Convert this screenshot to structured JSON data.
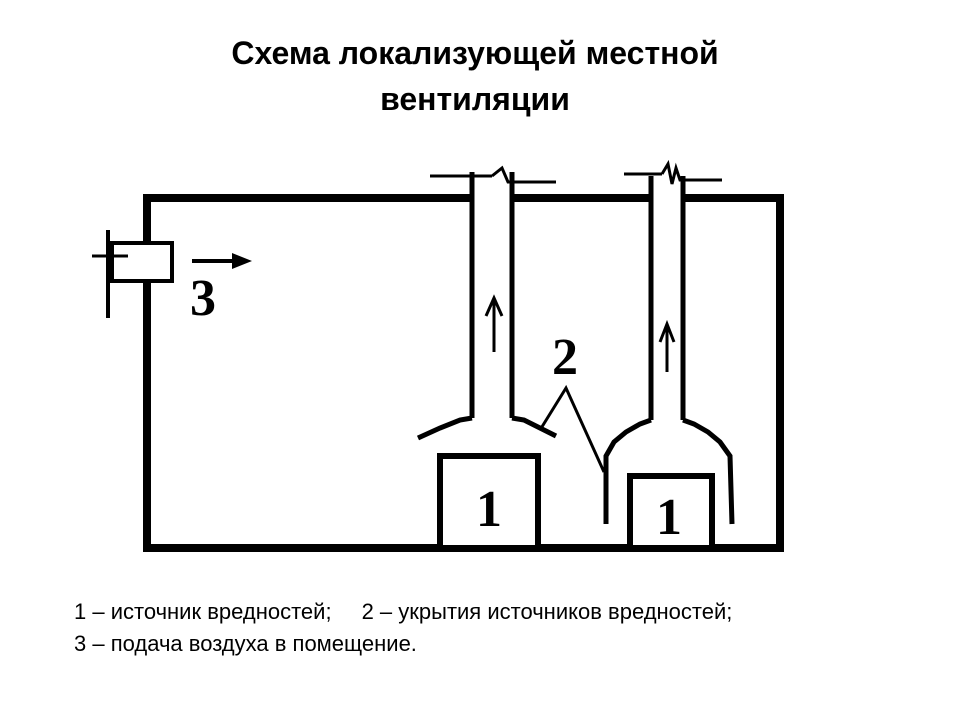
{
  "title": {
    "line1": "Схема локализующей местной",
    "line2": "вентиляции"
  },
  "markers": {
    "source": "1",
    "enclosure": "2",
    "supply": "3"
  },
  "legend": {
    "item1": "1 – источник вредностей;",
    "item2": "2 – укрытия источников вредностей;",
    "item3": "3 – подача воздуха в помещение."
  },
  "icons": {
    "flow_arrow": "arrow-up-icon",
    "supply_arrow": "arrow-right-icon"
  },
  "colors": {
    "ink": "#000000",
    "background": "#ffffff"
  }
}
